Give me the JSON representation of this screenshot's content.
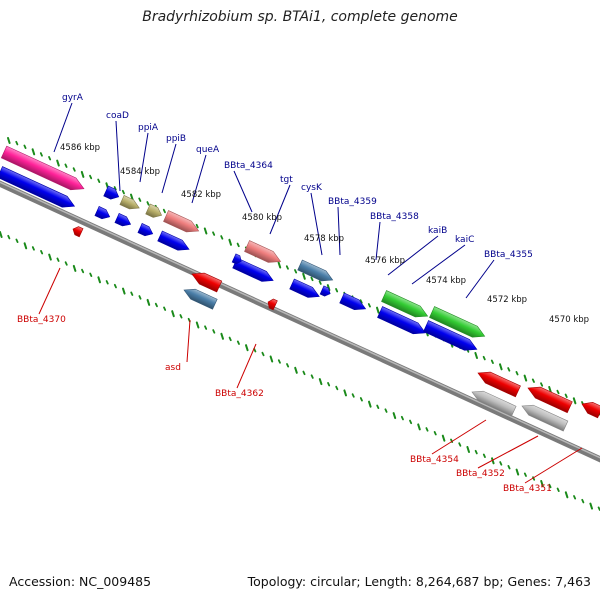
{
  "title": "Bradyrhizobium sp. BTAi1, complete genome",
  "footer": {
    "accession": "Accession: NC_009485",
    "topology": "Topology: circular; Length: 8,264,687 bp; Genes: 7,463"
  },
  "colors": {
    "forward_label": "#00008b",
    "reverse_label": "#cc0000",
    "backbone": "#7a7a7a",
    "tick": "#1a8a1a",
    "blue": "#0000ee",
    "red": "#ee0000",
    "pink": "#ff2299",
    "khaki": "#b9b06a",
    "salmon": "#ee7d7d",
    "steel": "#4a7ea8",
    "green": "#33cc33",
    "gray": "#bcbcbc"
  },
  "scale_labels": [
    "4586 kbp",
    "4584 kbp",
    "4582 kbp",
    "4580 kbp",
    "4578 kbp",
    "4576 kbp",
    "4574 kbp",
    "4572 kbp",
    "4570 kbp"
  ],
  "forward_labels": [
    "gyrA",
    "coaD",
    "ppiA",
    "ppiB",
    "queA",
    "BBta_4364",
    "tgt",
    "cysK",
    "BBta_4359",
    "BBta_4358",
    "kaiB",
    "kaiC",
    "BBta_4355"
  ],
  "reverse_labels": [
    "BBta_4370",
    "asd",
    "BBta_4362",
    "BBta_4354",
    "BBta_4352",
    "BBta_4351"
  ],
  "features": [
    {
      "color": "pink",
      "strand": "fwd"
    },
    {
      "color": "blue",
      "strand": "fwd"
    },
    {
      "color": "blue",
      "strand": "fwd"
    },
    {
      "color": "khaki",
      "strand": "fwd"
    },
    {
      "color": "blue",
      "strand": "fwd"
    },
    {
      "color": "khaki",
      "strand": "fwd"
    },
    {
      "color": "blue",
      "strand": "fwd"
    },
    {
      "color": "salmon",
      "strand": "fwd"
    },
    {
      "color": "blue",
      "strand": "fwd"
    },
    {
      "color": "salmon",
      "strand": "fwd"
    },
    {
      "color": "blue",
      "strand": "fwd"
    },
    {
      "color": "blue",
      "strand": "fwd"
    },
    {
      "color": "steel",
      "strand": "fwd"
    },
    {
      "color": "blue",
      "strand": "fwd"
    },
    {
      "color": "blue",
      "strand": "fwd"
    },
    {
      "color": "blue",
      "strand": "fwd"
    },
    {
      "color": "blue",
      "strand": "fwd"
    },
    {
      "color": "green",
      "strand": "fwd"
    },
    {
      "color": "green",
      "strand": "fwd"
    },
    {
      "color": "blue",
      "strand": "fwd"
    },
    {
      "color": "blue",
      "strand": "fwd"
    },
    {
      "color": "red",
      "strand": "rev"
    },
    {
      "color": "red",
      "strand": "rev"
    },
    {
      "color": "steel",
      "strand": "rev"
    },
    {
      "color": "red",
      "strand": "rev"
    },
    {
      "color": "red",
      "strand": "rev"
    },
    {
      "color": "gray",
      "strand": "rev"
    },
    {
      "color": "red",
      "strand": "rev"
    },
    {
      "color": "gray",
      "strand": "rev"
    },
    {
      "color": "red",
      "strand": "rev"
    }
  ]
}
